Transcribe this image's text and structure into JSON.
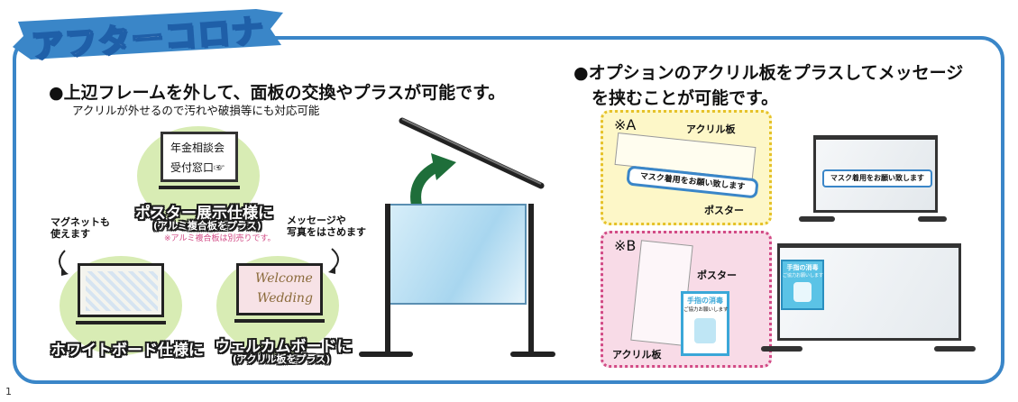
{
  "banner": {
    "title": "アフターコロナ"
  },
  "left_section": {
    "heading": "●上辺フレームを外して、面板の交換やプラスが可能です。",
    "subheading": "アクリルが外せるので汚れや破損等にも対応可能",
    "poster_board": {
      "line1": "年金相談会",
      "line2": "受付窓口☞"
    },
    "poster_caption": "ポスター展示仕様に",
    "poster_caption_sub": "(アルミ複合板をプラス)",
    "poster_caption_note": "※アルミ複合板は別売りです。",
    "magnet_note": "マグネットも\n使えます",
    "message_note": "メッセージや\n写真をはさめます",
    "whiteboard_caption": "ホワイトボード仕様に",
    "welcome_board": {
      "line1": "Welcome",
      "line2": "Wedding"
    },
    "welcome_caption": "ウェルカムボードに",
    "welcome_caption_sub": "(アクリル板をプラス)"
  },
  "right_section": {
    "heading_line1": "●オプションのアクリル板をプラスしてメッセージ",
    "heading_line2": "を挟むことが可能です。",
    "optionA": {
      "tag": "※A",
      "acrylic_label": "アクリル板",
      "poster_text": "マスク着用をお願い致します",
      "poster_label": "ポスター"
    },
    "optionA_photo_text": "マスク着用をお願い致します",
    "optionB": {
      "tag": "※B",
      "poster_label": "ポスター",
      "sign_title": "手指の消毒",
      "sign_sub": "ご協力お願いします",
      "acrylic_label": "アクリル板"
    },
    "optionB_photo_title": "手指の消毒",
    "optionB_photo_sub": "ご協力お願いします"
  },
  "page_number": "1",
  "colors": {
    "frame": "#3a86c8",
    "circle": "#d8ecb4",
    "arrow": "#1e6e3a",
    "yellow_box": "#fdf7c8",
    "pink_box": "#f8dbe7"
  }
}
